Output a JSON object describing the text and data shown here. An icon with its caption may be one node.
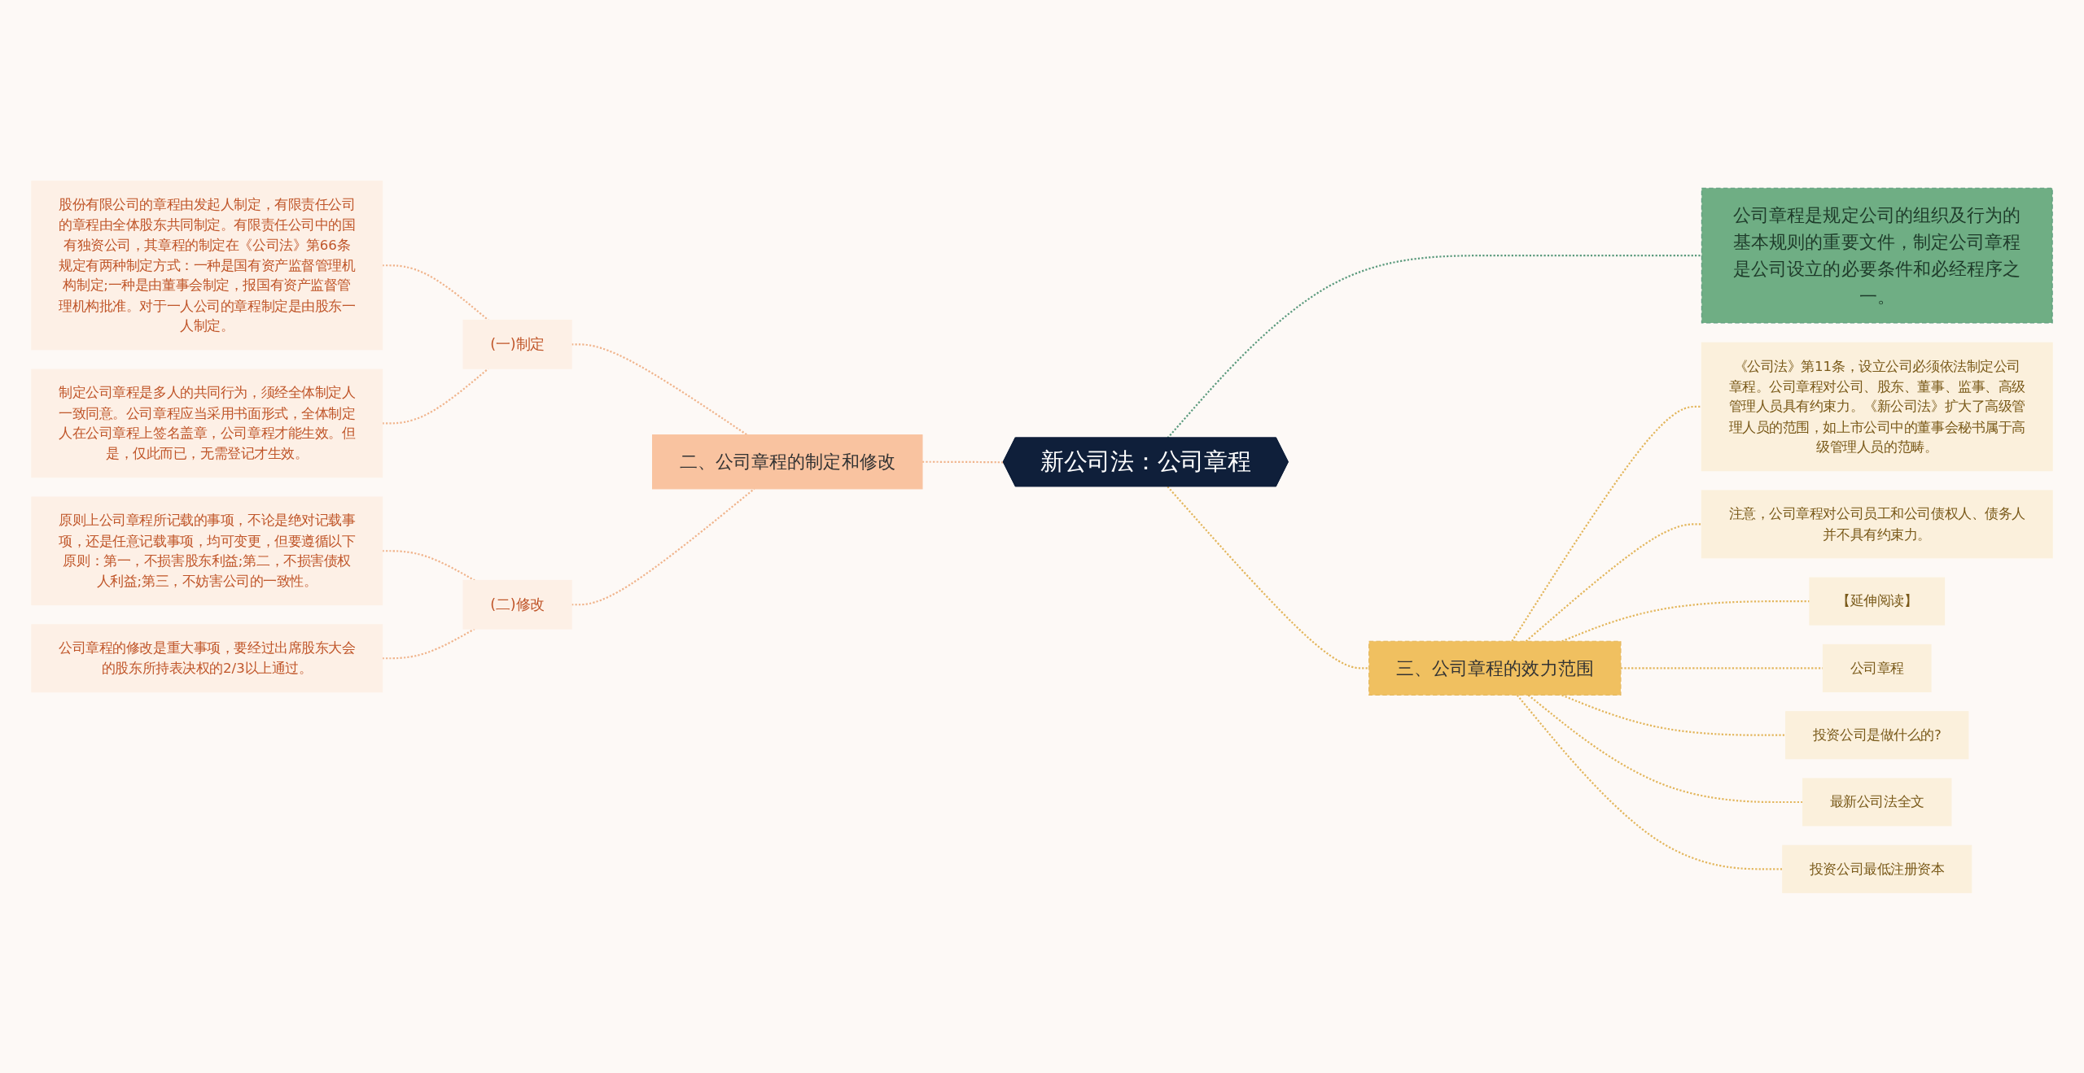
{
  "diagram": {
    "nodes": [
      {
        "text": [
          "新公司法：公司章程"
        ]
      },
      {
        "text": [
          "二、公司章程的制定和修改"
        ]
      },
      {
        "text": [
          "(一)制定"
        ]
      },
      {
        "text": [
          "股份有限公司的章程由发起人制定，有限责任公司的章程由全体股东共同制定。有限责任公司中的国有独资公司，其章程的制定在《公司法》第66条规定有两种制定方式：一种是国有资产监督管理机构制定;一种是由董事会制定，报国有资产监督管理机构批准。对于一人公司的章程制定是由股东一人制定。"
        ]
      },
      {
        "text": [
          "制定公司章程是多人的共同行为，须经全体制定人一致同意。公司章程应当采用书面形式，全体制定人在公司章程上签名盖章，公司章程才能生效。但是，仅此而已，无需登记才生效。"
        ]
      },
      {
        "text": [
          "(二)修改"
        ]
      },
      {
        "text": [
          "原则上公司章程所记载的事项，不论是绝对记载事项，还是任意记载事项，均可变更，但要遵循以下原则：第一，不损害股东利益;第二，不损害债权人利益;第三，不妨害公司的一致性。"
        ]
      },
      {
        "text": [
          "公司章程的修改是重大事项，要经过出席股东大会的股东所持表决权的2/3以上通过。"
        ]
      },
      {
        "text": [
          "公司章程是规定公司的组织及行为的基本规则的重要文件，制定公司章程是公司设立的必要条件和必经程序之一。"
        ]
      },
      {
        "text": [
          "三、公司章程的效力范围"
        ]
      },
      {
        "text": [
          "《公司法》第11条，设立公司必须依法制定公司章程。公司章程对公司、股东、董事、监事、高级管理人员具有约束力。《新公司法》扩大了高级管理人员的范围，如上市公司中的董事会秘书属于高级管理人员的范畴。"
        ]
      },
      {
        "text": [
          "注意，公司章程对公司员工和公司债权人、债务人并不具有约束力。"
        ]
      },
      {
        "text": [
          "【延伸阅读】"
        ]
      },
      {
        "text": [
          "公司章程"
        ]
      },
      {
        "text": [
          "投资公司是做什么的?"
        ]
      },
      {
        "text": [
          "最新公司法全文"
        ]
      },
      {
        "text": [
          "投资公司最低注册资本"
        ]
      }
    ],
    "edges": [
      {
        "from": 3,
        "to": 2,
        "arrow": "none",
        "style": "dashed",
        "color": "#f0b48c"
      },
      {
        "from": 4,
        "to": 2,
        "arrow": "none",
        "style": "dashed",
        "color": "#f0b48c"
      },
      {
        "from": 6,
        "to": 5,
        "arrow": "none",
        "style": "dashed",
        "color": "#f0b48c"
      },
      {
        "from": 7,
        "to": 5,
        "arrow": "none",
        "style": "dashed",
        "color": "#f0b48c"
      },
      {
        "from": 2,
        "to": 1,
        "arrow": "none",
        "style": "dashed",
        "color": "#f0b48c"
      },
      {
        "from": 5,
        "to": 1,
        "arrow": "none",
        "style": "dashed",
        "color": "#f0b48c"
      },
      {
        "from": 1,
        "to": 0,
        "arrow": "none",
        "style": "dashed",
        "color": "#f0b48c"
      },
      {
        "from": 0,
        "to": 8,
        "arrow": "none",
        "style": "dashed",
        "color": "#5b9a7d"
      },
      {
        "from": 0,
        "to": 9,
        "arrow": "none",
        "style": "dashed"
      },
      {
        "from": 9,
        "to": 10,
        "arrow": "none",
        "style": "dashed"
      },
      {
        "from": 9,
        "to": 11,
        "arrow": "none",
        "style": "dashed"
      },
      {
        "from": 9,
        "to": 12,
        "arrow": "none",
        "style": "dashed"
      },
      {
        "from": 9,
        "to": 13,
        "arrow": "none",
        "style": "dashed"
      },
      {
        "from": 9,
        "to": 14,
        "arrow": "none",
        "style": "dashed"
      },
      {
        "from": 9,
        "to": 15,
        "arrow": "none",
        "style": "dashed"
      },
      {
        "from": 9,
        "to": 16,
        "arrow": "none",
        "style": "dashed"
      }
    ]
  }
}
